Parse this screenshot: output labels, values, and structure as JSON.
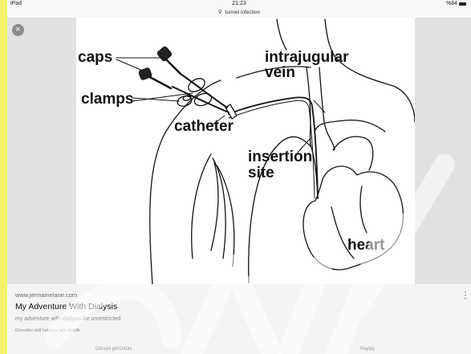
{
  "status_bar": {
    "device": "iPad",
    "time": "21:23",
    "battery": "%84"
  },
  "search": {
    "query": "tunnel infection"
  },
  "viewer": {
    "close_label": "×",
    "diagram_labels": {
      "caps": "caps",
      "clamps": "clamps",
      "catheter": "catheter",
      "vein_line1": "intrajugular",
      "vein_line2": "vein",
      "site_line1": "insertion",
      "site_line2": "site",
      "heart": "heart"
    }
  },
  "result": {
    "domain": "www.jermainelane.com",
    "title": "My Adventure With Dialysis",
    "subtitle": "my adventure with dialysis life unrestricted",
    "copyright": "Görseller telif hakkına tabi olabilir."
  },
  "actions": {
    "left": "Görseli görüntüle",
    "right": "Paylaş"
  }
}
